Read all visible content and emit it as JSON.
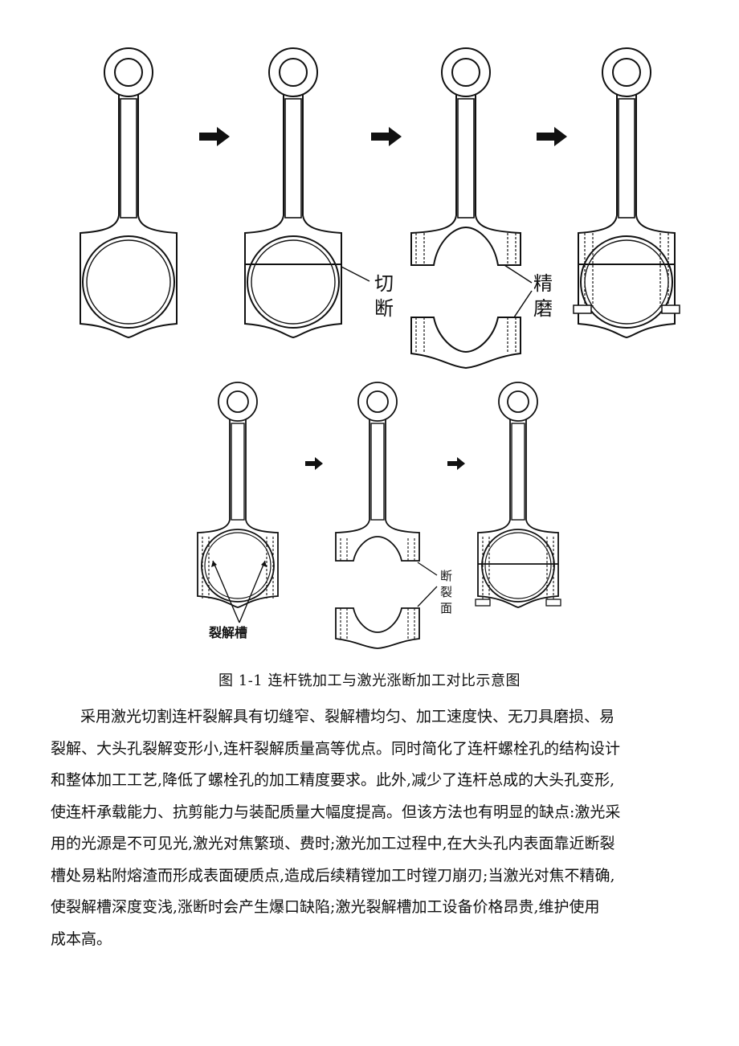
{
  "figure": {
    "label_cut": [
      "切",
      "断"
    ],
    "label_grind": [
      "精",
      "磨"
    ],
    "label_groove": "裂解槽",
    "label_fracture": [
      "断",
      "裂",
      "面"
    ]
  },
  "caption": "图 1-1 连杆铣加工与激光涨断加工对比示意图",
  "paragraph_lines": [
    "采用激光切割连杆裂解具有切缝窄、裂解槽均匀、加工速度快、无刀具磨损、易",
    "裂解、大头孔裂解变形小,连杆裂解质量高等优点。同时简化了连杆螺栓孔的结构设计",
    "和整体加工工艺,降低了螺栓孔的加工精度要求。此外,减少了连杆总成的大头孔变形,",
    "使连杆承载能力、抗剪能力与装配质量大幅度提高。但该方法也有明显的缺点:激光采",
    "用的光源是不可见光,激光对焦繁琐、费时;激光加工过程中,在大头孔内表面靠近断裂",
    "槽处易粘附熔渣而形成表面硬质点,造成后续精镗加工时镗刀崩刃;当激光对焦不精确,",
    "使裂解槽深度变浅,涨断时会产生爆口缺陷;激光裂解槽加工设备价格昂贵,维护使用",
    "成本高。"
  ]
}
